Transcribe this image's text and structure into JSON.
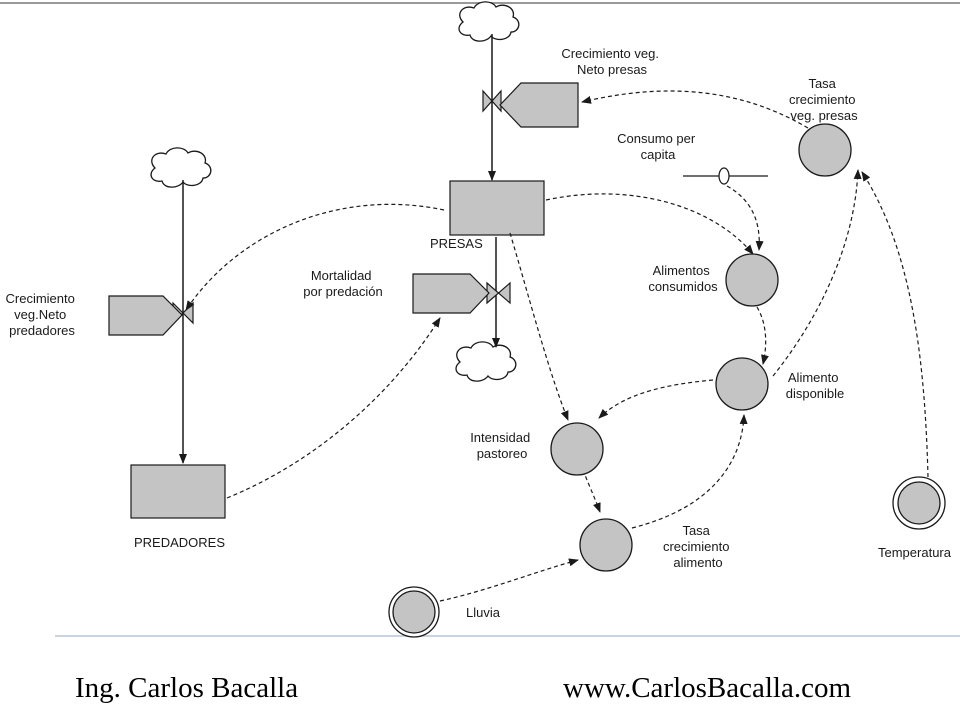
{
  "diagram": {
    "stocks": {
      "presas": "PRESAS",
      "predadores": "PREDADORES"
    },
    "flows": {
      "crecimiento_presas": [
        "Crecimiento veg.",
        "Neto presas"
      ],
      "crecimiento_predadores": [
        "Crecimiento",
        "veg.Neto",
        "predadores"
      ],
      "mortalidad": [
        "Mortalidad",
        "por predación"
      ]
    },
    "converters": {
      "tasa_crec_presas": [
        "Tasa",
        "crecimiento",
        "veg. presas"
      ],
      "consumo": [
        "Consumo per",
        "capita"
      ],
      "alimentos_consumidos": [
        "Alimentos",
        "consumidos"
      ],
      "alimento_disponible": [
        "Alimento",
        "disponible"
      ],
      "intensidad": [
        "Intensidad",
        "pastoreo"
      ],
      "tasa_crec_alimento": [
        "Tasa",
        "crecimiento",
        "alimento"
      ],
      "lluvia": "Lluvia",
      "temperatura": "Temperatura"
    }
  },
  "footer": {
    "author": "Ing. Carlos Bacalla",
    "website": "www.CarlosBacalla.com"
  },
  "colors": {
    "shape_fill": "#c4c4c4",
    "stroke": "#1a1a1a",
    "frame_line": "#9a9a9a",
    "bottom_line": "#c9d3e2"
  }
}
